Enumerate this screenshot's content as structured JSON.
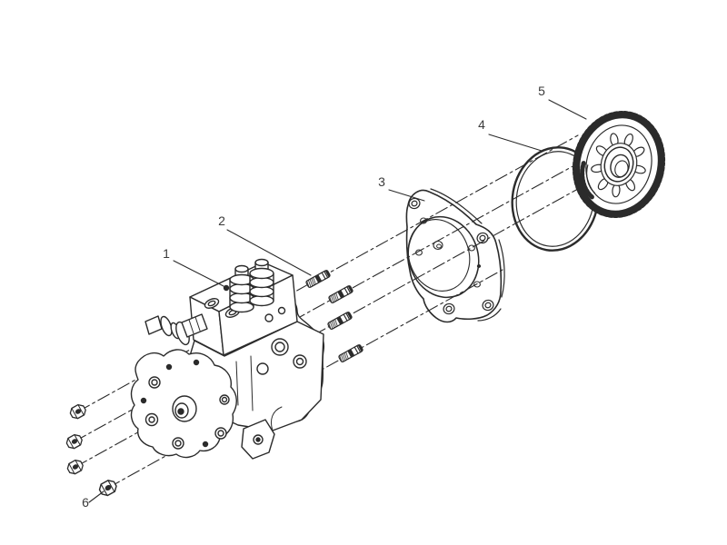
{
  "figure": {
    "type": "exploded-parts-diagram",
    "background_color": "#ffffff",
    "line_color": "#2b2b2b",
    "label_color": "#3a3a3a",
    "callouts": [
      {
        "number": "1"
      },
      {
        "number": "2"
      },
      {
        "number": "3"
      },
      {
        "number": "4"
      },
      {
        "number": "5"
      },
      {
        "number": "6"
      }
    ]
  }
}
